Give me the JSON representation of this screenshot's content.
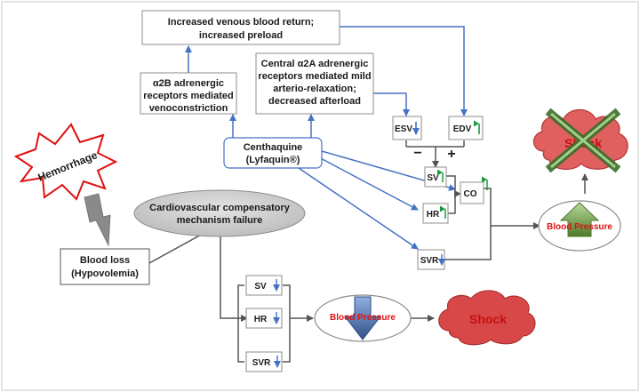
{
  "boxes": {
    "venous_return": [
      "Increased venous blood return;",
      "increased preload"
    ],
    "alpha2b": [
      "α2B adrenergic",
      "receptors mediated",
      "venoconstriction"
    ],
    "alpha2a": [
      "Central α2A adrenergic",
      "receptors mediated mild",
      "arterio-relaxation;",
      "decreased afterload"
    ],
    "centhaquine": [
      "Centhaquine",
      "(Lyfaquin®)"
    ],
    "cv_failure": [
      "Cardiovascular compensatory",
      "mechanism failure"
    ],
    "blood_loss": [
      "Blood loss",
      "(Hypovolemia)"
    ],
    "hemorrhage": "Hemorrhage",
    "esv": "ESV",
    "edv": "EDV",
    "sv": "SV",
    "hr": "HR",
    "co": "CO",
    "svr": "SVR",
    "blood_pressure": "Blood Pressure",
    "shock": "Shock",
    "minus": "−",
    "plus": "+"
  },
  "colors": {
    "arrow_blue": "#4472c4",
    "arrow_gray": "#555555",
    "up_green": "#1a9a3a",
    "down_blue": "#3a6fd8",
    "shock_red": "#d94848",
    "bp_text": "#e01010"
  }
}
